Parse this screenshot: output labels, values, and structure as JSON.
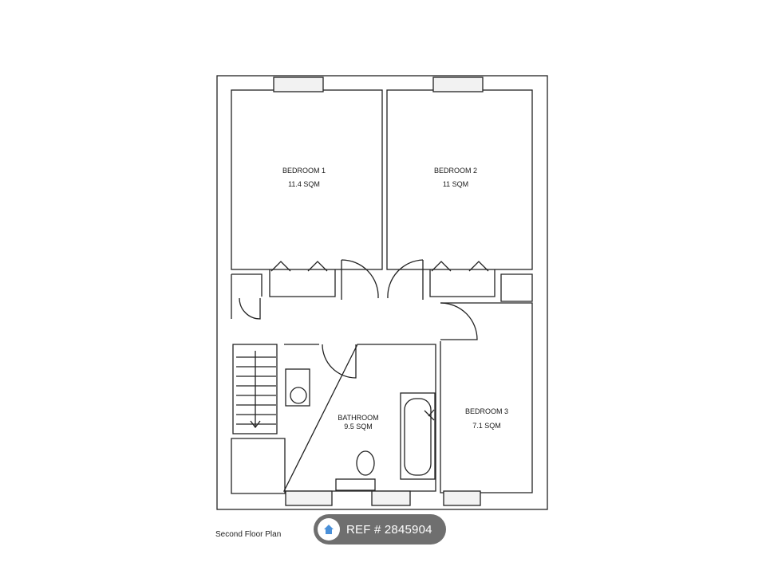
{
  "plan": {
    "caption": "Second Floor Plan",
    "rooms": [
      {
        "name": "BEDROOM 1",
        "area": "11.4 SQM"
      },
      {
        "name": "BEDROOM 2",
        "area": "11 SQM"
      },
      {
        "name": "BATHROOM",
        "area": "9.5 SQM"
      },
      {
        "name": "BEDROOM 3",
        "area": "7.1 SQM"
      }
    ]
  },
  "badge": {
    "text": "REF # 2845904",
    "icon": "home-icon",
    "color": "#6f6f6f"
  }
}
